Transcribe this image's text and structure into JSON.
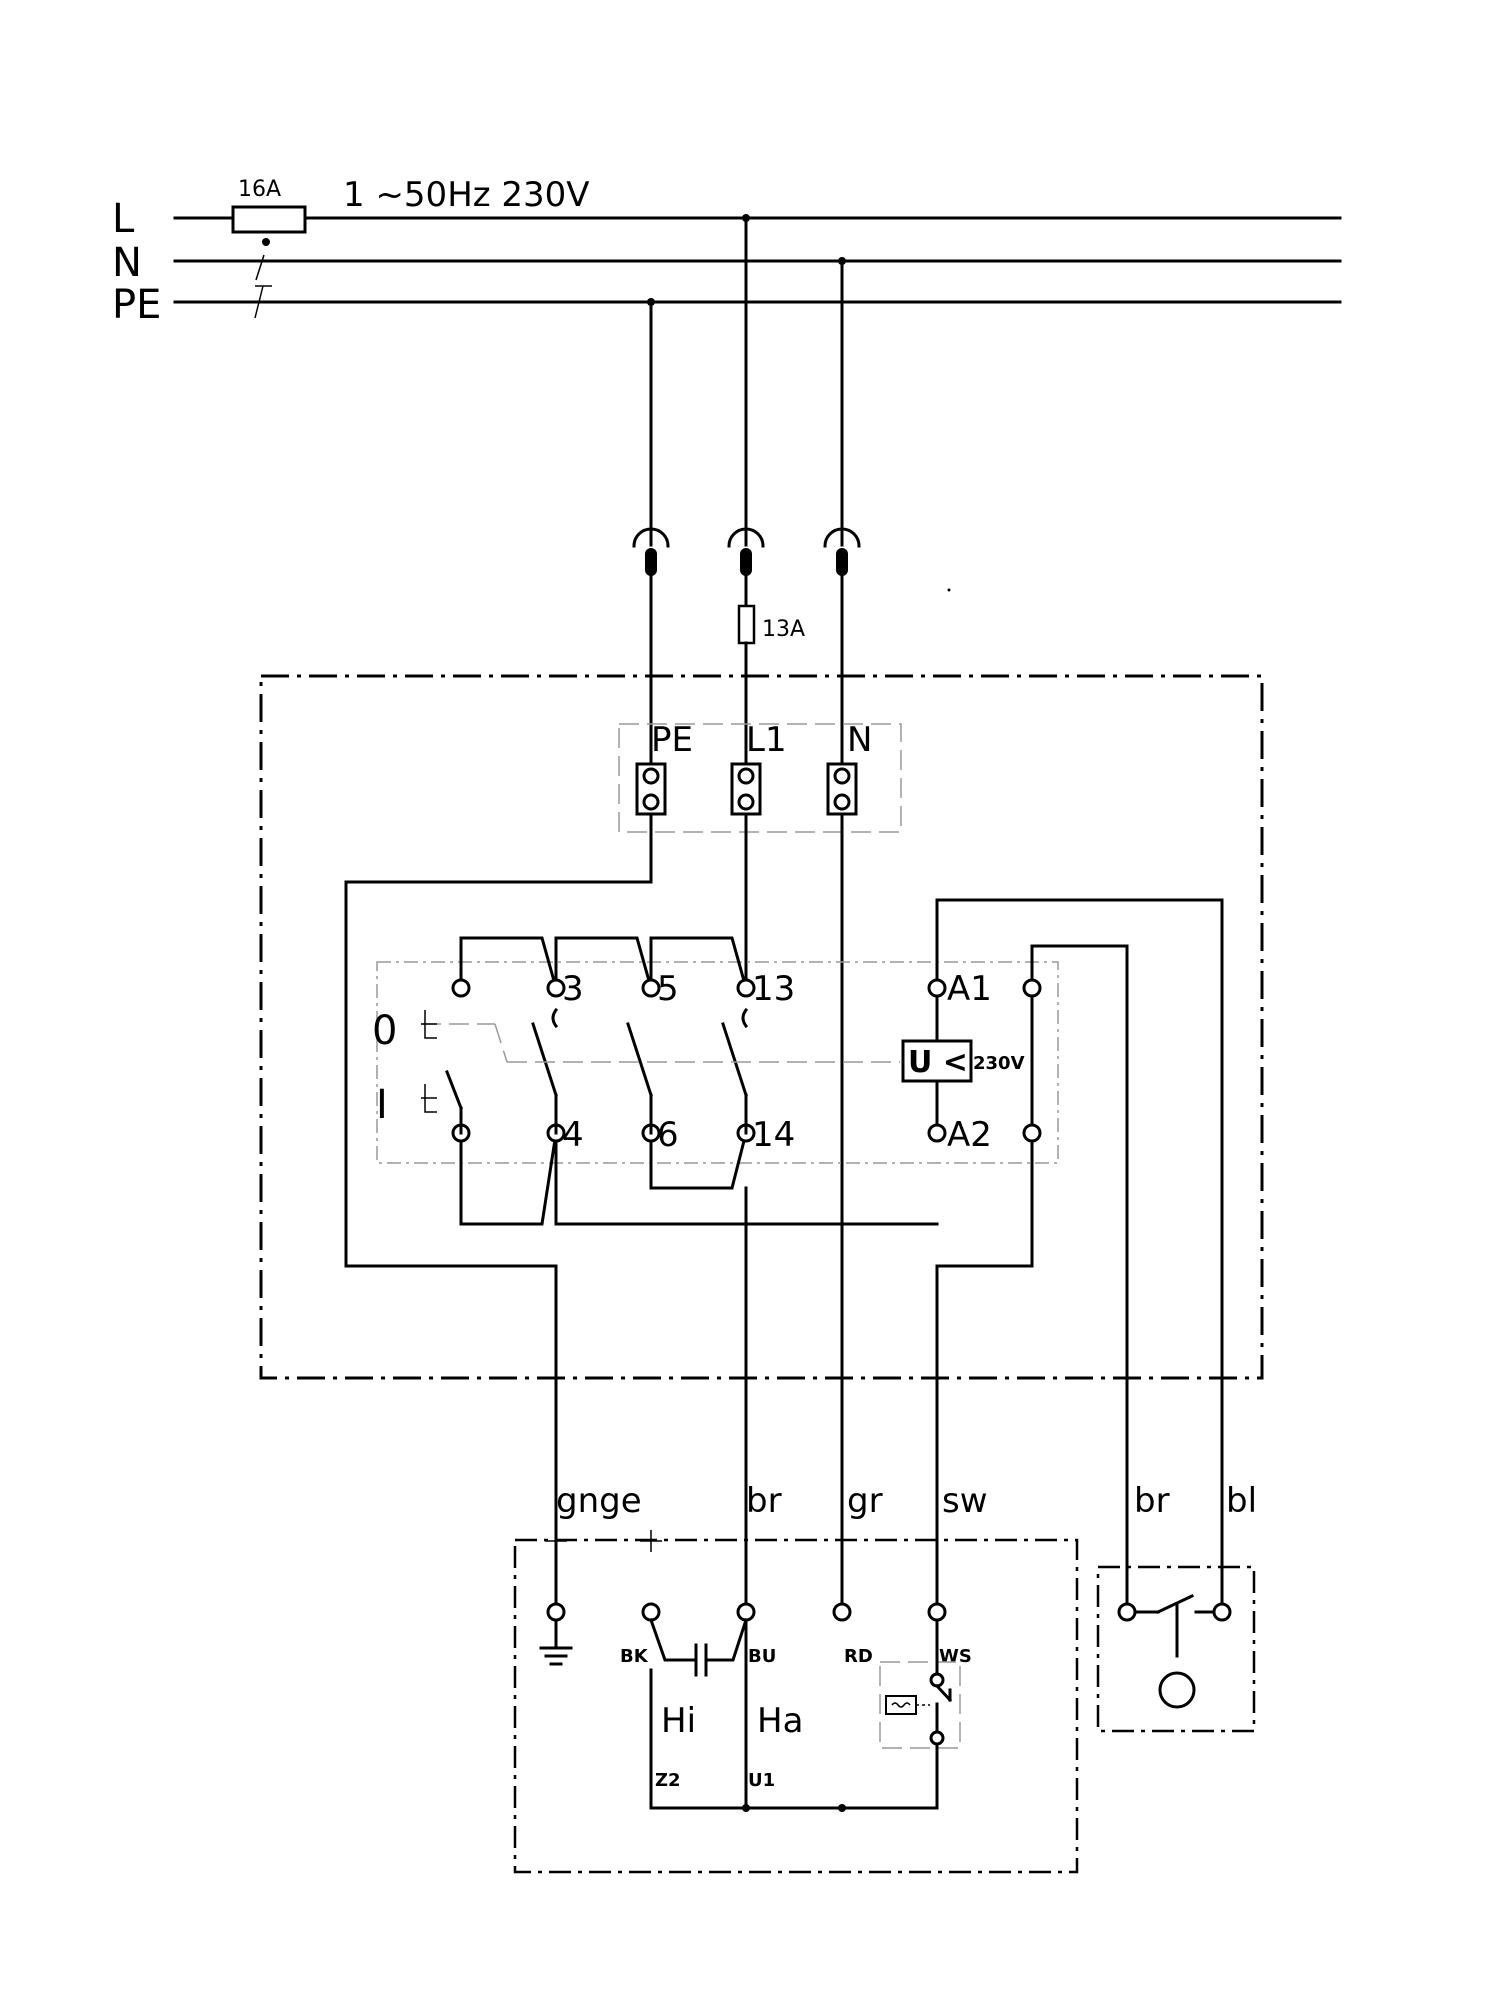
{
  "supply": {
    "line_L": "L",
    "line_N": "N",
    "line_PE": "PE",
    "fuse_main": "16A",
    "rating": "1 ~50Hz 230V"
  },
  "plug": {
    "fuse": "13A"
  },
  "terminal_block": {
    "pe": "PE",
    "l1": "L1",
    "n": "N"
  },
  "switch": {
    "pos_off": "0",
    "pos_on": "I",
    "contact_3": "3",
    "contact_4": "4",
    "contact_5": "5",
    "contact_6": "6",
    "contact_13": "13",
    "contact_14": "14",
    "coil_a1": "A1",
    "coil_a2": "A2",
    "undervoltage": "U <",
    "undervoltage_rating": "230V"
  },
  "wires": {
    "gnge": "gnge",
    "br": "br",
    "gr": "gr",
    "sw": "sw",
    "br2": "br",
    "bl": "bl"
  },
  "motor": {
    "bk": "BK",
    "bu": "BU",
    "rd": "RD",
    "ws": "WS",
    "hi": "Hi",
    "ha": "Ha",
    "z2": "Z2",
    "u1": "U1"
  }
}
